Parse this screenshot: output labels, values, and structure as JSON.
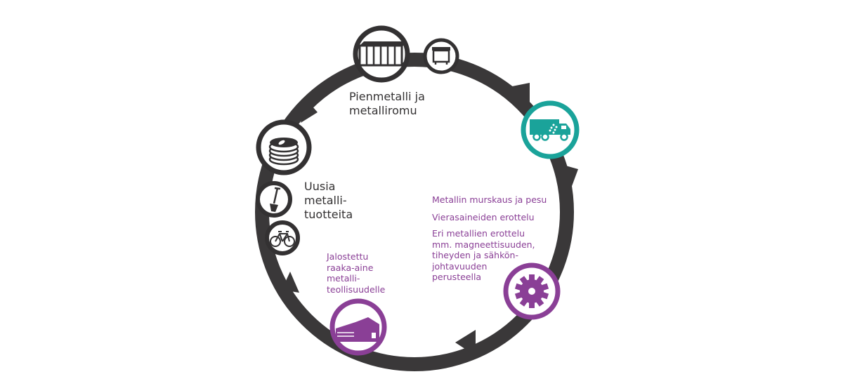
{
  "colors": {
    "ring": "#3a3839",
    "node": "#333132",
    "teal": "#1aa39a",
    "purple": "#8a3f96",
    "text_dark": "#333132",
    "text_purple": "#8a3f96"
  },
  "labels": {
    "collection": [
      "Pienmetalli ja",
      "metalliromu"
    ],
    "new_products": [
      "Uusia",
      "metalli-",
      "tuotteita"
    ],
    "refined": [
      "Jalostettu",
      "raaka-aine",
      "metalli-",
      "teollisuudelle"
    ],
    "crushing": "Metallin murskaus ja pesu",
    "separation": "Vierasaineiden erottelu",
    "metal_sorting": [
      "Eri metallien erottelu",
      "mm. magneettisuuden,",
      "tiheyden ja sähkön-",
      "johtavuuden",
      "perusteella"
    ]
  },
  "icons": [
    "container-icon",
    "bin-icon",
    "truck-icon",
    "gear-icon",
    "factory-icon",
    "bicycle-icon",
    "shovel-icon",
    "coins-icon"
  ]
}
